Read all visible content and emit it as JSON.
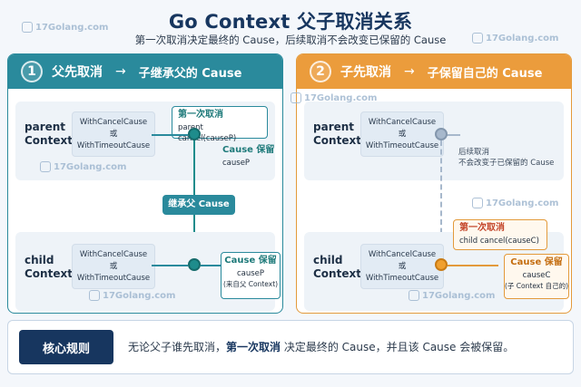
{
  "title": "Go Context 父子取消关系",
  "subtitle": "第一次取消决定最终的 Cause，后续取消不会改变已保留的 Cause",
  "watermark": "17Golang.com",
  "colors": {
    "navy": "#17365f",
    "teal": "#2a8a9c",
    "orange": "#eb9c3c",
    "gray": "#a7b8cc"
  },
  "left_panel": {
    "number": "1",
    "heading": "父先取消",
    "arrow": "→",
    "subheading": "子继承父的 Cause",
    "parent": {
      "role_line1": "parent",
      "role_line2": "Context",
      "ctx_line1": "WithCancelCause",
      "ctx_line2": "或",
      "ctx_line3": "WithTimeoutCause",
      "callout_title": "第一次取消",
      "callout_text": "parent cancel(causeP)",
      "kept_title": "Cause 保留",
      "kept_text": "causeP"
    },
    "inherit_label": "继承父 Cause",
    "child": {
      "role_line1": "child",
      "role_line2": "Context",
      "ctx_line1": "WithCancelCause",
      "ctx_line2": "或",
      "ctx_line3": "WithTimeoutCause",
      "kept_title": "Cause 保留",
      "kept_text": "causeP",
      "kept_note": "(来自父 Context)"
    }
  },
  "right_panel": {
    "number": "2",
    "heading": "子先取消",
    "arrow": "→",
    "subheading": "子保留自己的 Cause",
    "parent": {
      "role_line1": "parent",
      "role_line2": "Context",
      "ctx_line1": "WithCancelCause",
      "ctx_line2": "或",
      "ctx_line3": "WithTimeoutCause",
      "later_title": "后续取消",
      "later_text": "不会改变子已保留的 Cause"
    },
    "child": {
      "role_line1": "child",
      "role_line2": "Context",
      "ctx_line1": "WithCancelCause",
      "ctx_line2": "或",
      "ctx_line3": "WithTimeoutCause",
      "callout_title": "第一次取消",
      "callout_text": "child cancel(causeC)",
      "kept_title": "Cause 保留",
      "kept_text": "causeC",
      "kept_note": "(子 Context 自己的)"
    }
  },
  "rule": {
    "tag": "核心规则",
    "text_before": "无论父子谁先取消，",
    "text_highlight": "第一次取消",
    "text_after": " 决定最终的 Cause，并且该 Cause 会被保留。"
  }
}
